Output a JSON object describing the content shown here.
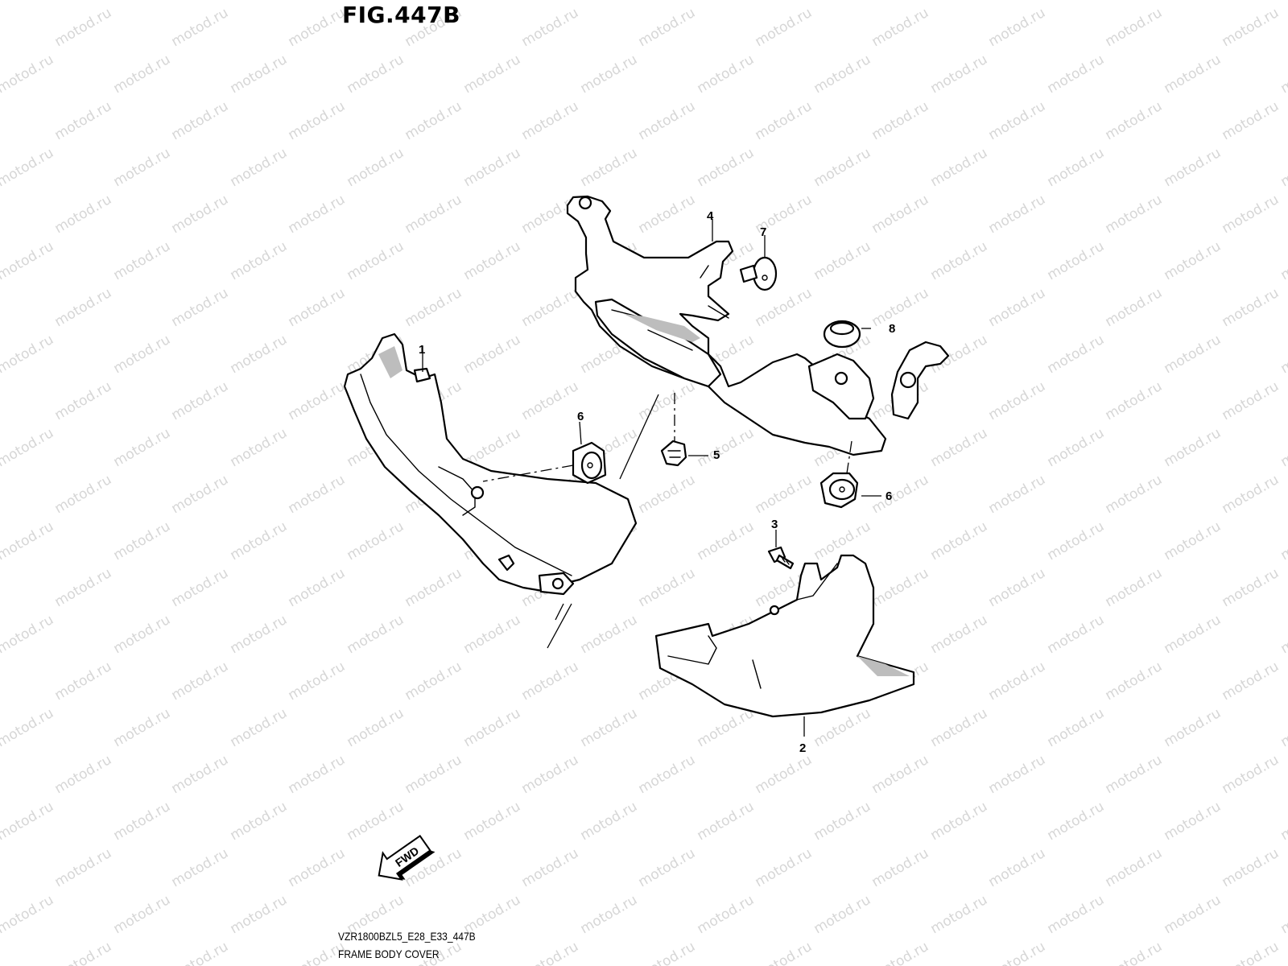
{
  "figure": {
    "title": "FIG.447B",
    "model_code": "VZR1800BZL5_E28_E33_447B",
    "section_name": "FRAME BODY COVER"
  },
  "watermark": {
    "text": "motod.ru"
  },
  "fwd_arrow": {
    "label": "FWD"
  },
  "callouts": [
    {
      "id": "part-1",
      "label": "1"
    },
    {
      "id": "part-2",
      "label": "2"
    },
    {
      "id": "part-3",
      "label": "3"
    },
    {
      "id": "part-4",
      "label": "4"
    },
    {
      "id": "part-5",
      "label": "5"
    },
    {
      "id": "part-6a",
      "label": "6"
    },
    {
      "id": "part-6b",
      "label": "6"
    },
    {
      "id": "part-7",
      "label": "7"
    },
    {
      "id": "part-8",
      "label": "8"
    }
  ]
}
